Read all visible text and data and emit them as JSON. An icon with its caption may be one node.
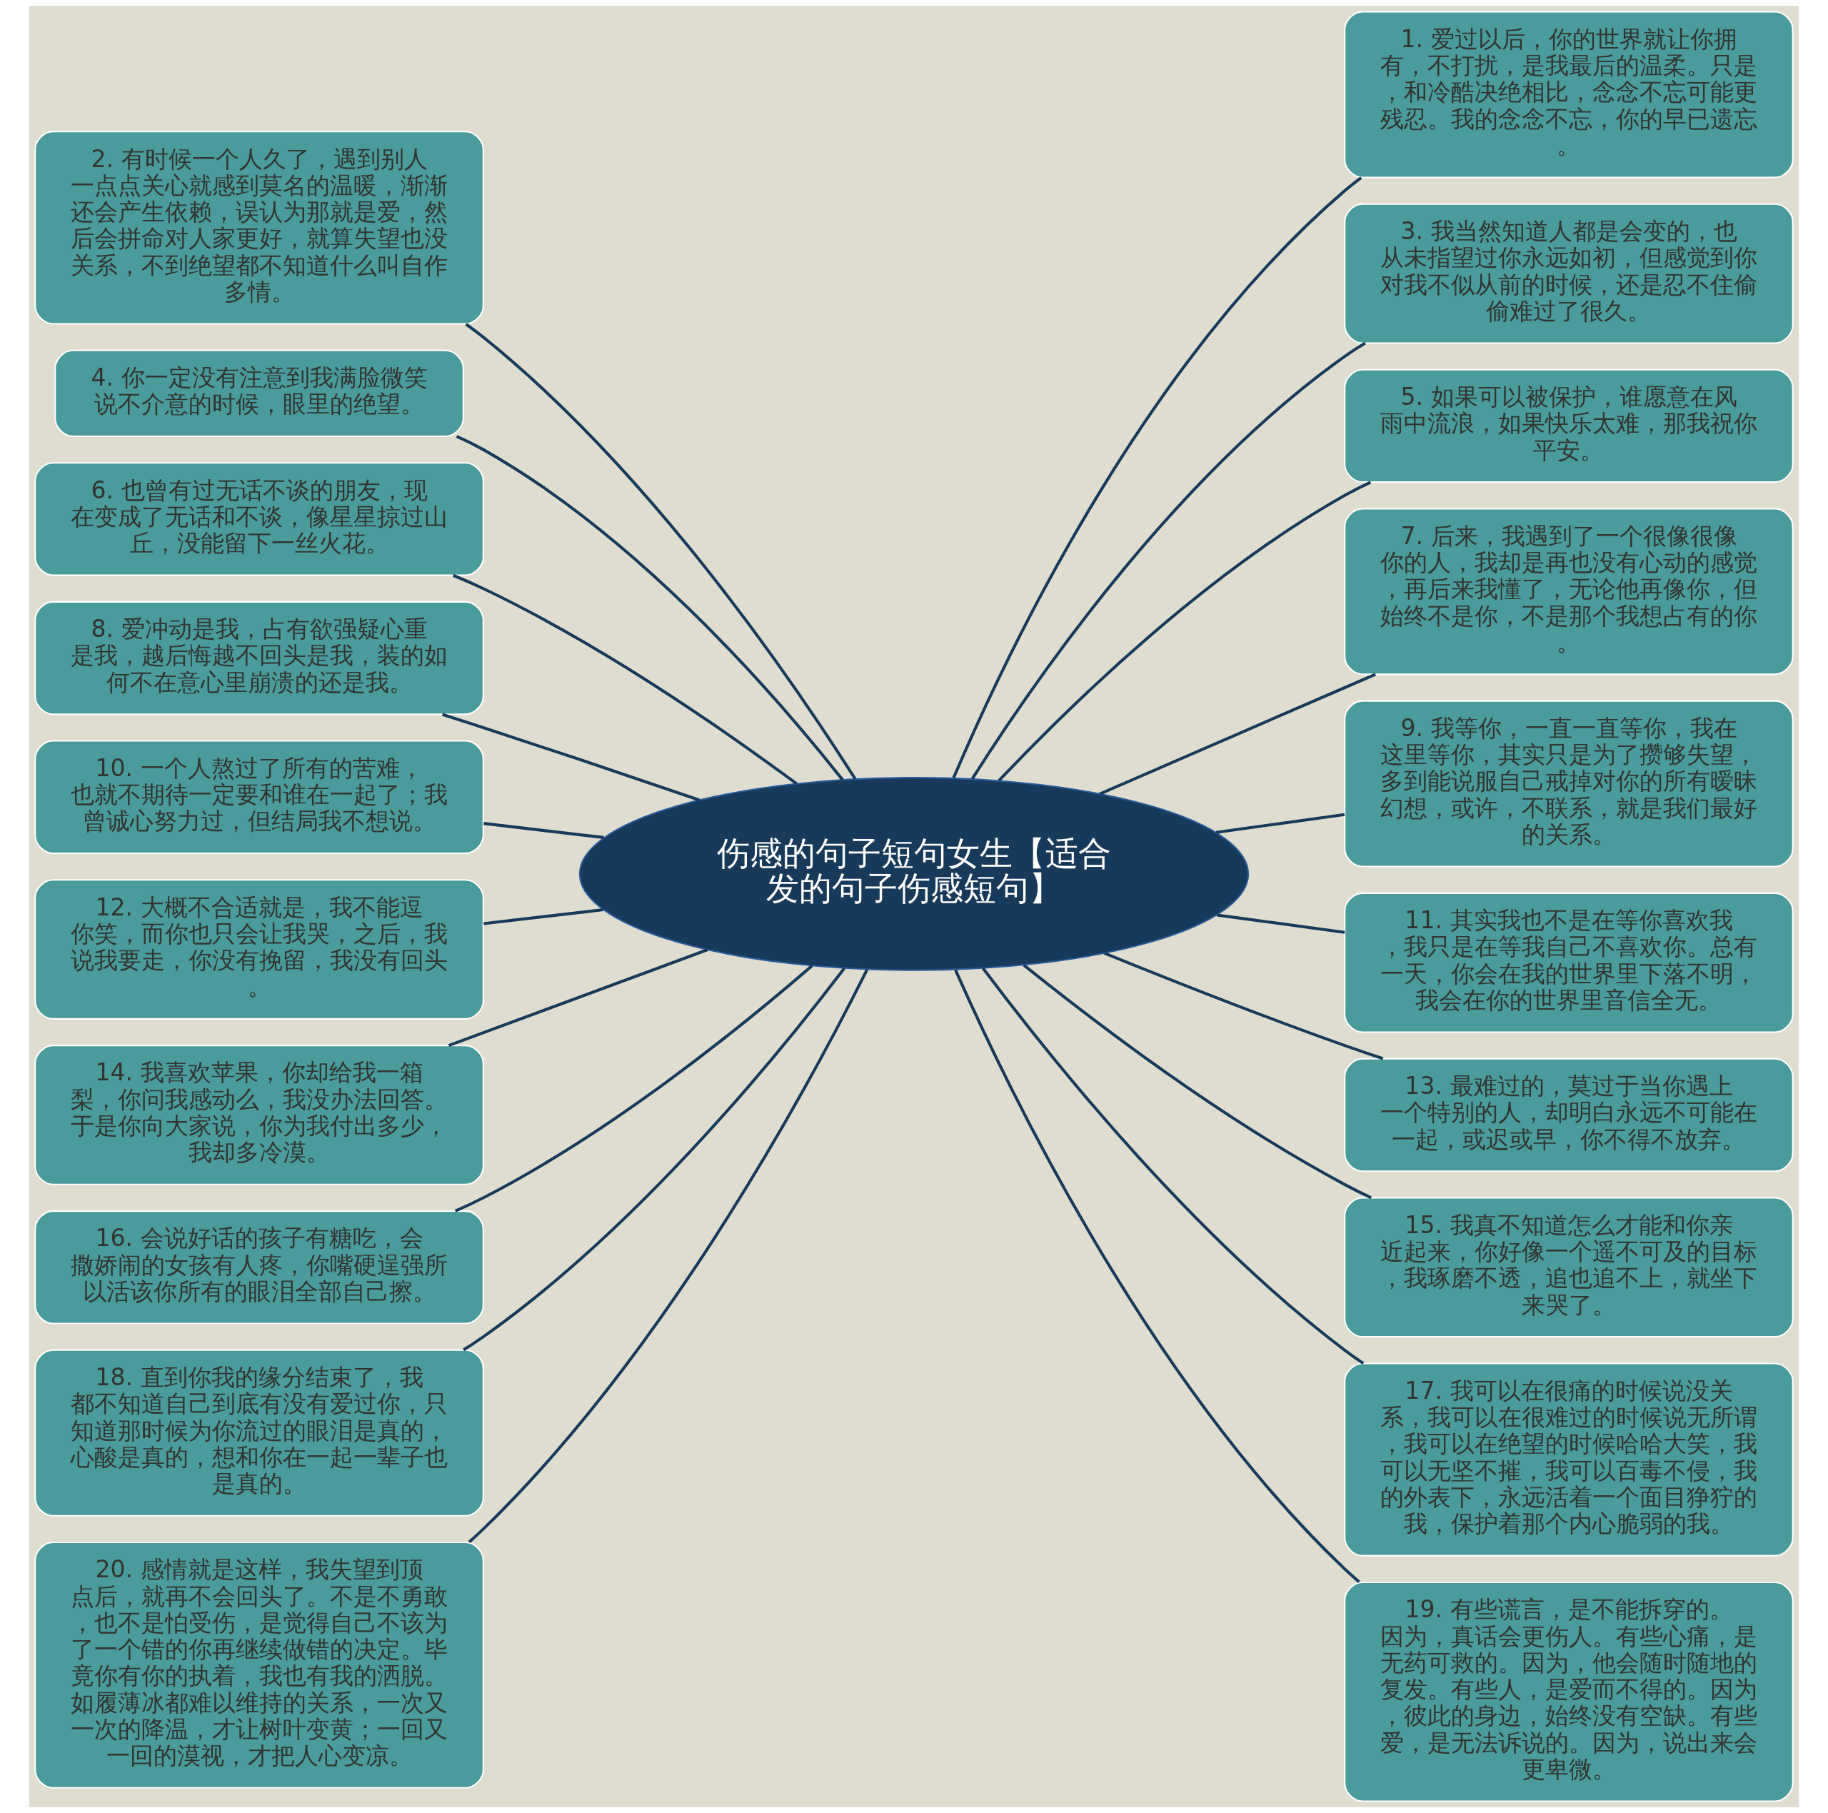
{
  "diagram": {
    "nodes": [
      {
        "text": [
          "伤感的句子短句女生【适合发的句子伤感短句】"
        ]
      },
      {
        "text": [
          "1. 爱过以后，你的世界就让你拥有，不打扰，是我最后的温柔。只是，和冷酷决绝相比，念念不忘可能更残忍。我的念念不忘，你的早已遗忘。"
        ]
      },
      {
        "text": [
          "2. 有时候一个人久了，遇到别人一点点关心就感到莫名的温暖，渐渐还会产生依赖，误认为那就是爱，然后会拼命对人家更好，就算失望也没关系，不到绝望都不知道什么叫自作多情。"
        ]
      },
      {
        "text": [
          "3. 我当然知道人都是会变的，也从未指望过你永远如初，但感觉到你对我不似从前的时候，还是忍不住偷偷难过了很久。"
        ]
      },
      {
        "text": [
          "4. 你一定没有注意到我满脸微笑说不介意的时候，眼里的绝望。"
        ]
      },
      {
        "text": [
          "5. 如果可以被保护，谁愿意在风雨中流浪，如果快乐太难，那我祝你平安。"
        ]
      },
      {
        "text": [
          "6. 也曾有过无话不谈的朋友，现在变成了无话和不谈，像星星掠过山丘，没能留下一丝火花。"
        ]
      },
      {
        "text": [
          "7. 后来，我遇到了一个很像很像你的人，我却是再也没有心动的感觉，再后来我懂了，无论他再像你，但始终不是你，不是那个我想占有的你。"
        ]
      },
      {
        "text": [
          "8. 爱冲动是我，占有欲强疑心重是我，越后悔越不回头是我，装的如何不在意心里崩溃的还是我。"
        ]
      },
      {
        "text": [
          "9. 我等你，一直一直等你，我在这里等你，其实只是为了攒够失望，多到能说服自己戒掉对你的所有暧昧幻想，或许，不联系，就是我们最好的关系。"
        ]
      },
      {
        "text": [
          "10. 一个人熬过了所有的苦难，也就不期待一定要和谁在一起了；我曾诚心努力过，但结局我不想说。"
        ]
      },
      {
        "text": [
          "11. 其实我也不是在等你喜欢我，我只是在等我自己不喜欢你。总有一天，你会在我的世界里下落不明，我会在你的世界里音信全无。"
        ]
      },
      {
        "text": [
          "12. 大概不合适就是，我不能逗你笑，而你也只会让我哭，之后，我说我要走，你没有挽留，我没有回头。"
        ]
      },
      {
        "text": [
          "13. 最难过的，莫过于当你遇上一个特别的人，却明白永远不可能在一起，或迟或早，你不得不放弃。"
        ]
      },
      {
        "text": [
          "14. 我喜欢苹果，你却给我一箱梨，你问我感动么，我没办法回答。于是你向大家说，你为我付出多少，我却多冷漠。"
        ]
      },
      {
        "text": [
          "15. 我真不知道怎么才能和你亲近起来，你好像一个遥不可及的目标，我琢磨不透，追也追不上，就坐下来哭了。"
        ]
      },
      {
        "text": [
          "16. 会说好话的孩子有糖吃，会撒娇闹的女孩有人疼，你嘴硬逞强所以活该你所有的眼泪全部自己擦。"
        ]
      },
      {
        "text": [
          "17. 我可以在很痛的时候说没关系，我可以在很难过的时候说无所谓，我可以在绝望的时候哈哈大笑，我可以无坚不摧，我可以百毒不侵，我的外表下，永远活着一个面目狰狞的我，保护着那个内心脆弱的我。"
        ]
      },
      {
        "text": [
          "18. 直到你我的缘分结束了，我都不知道自己到底有没有爱过你，只知道那时候为你流过的眼泪是真的，心酸是真的，想和你在一起一辈子也是真的。"
        ]
      },
      {
        "text": [
          "19. 有些谎言，是不能拆穿的。因为，真话会更伤人。有些心痛，是无药可救的。因为，他会随时随地的复发。有些人，是爱而不得的。因为，彼此的身边，始终没有空缺。有些爱，是无法诉说的。因为，说出来会更卑微。"
        ]
      },
      {
        "text": [
          "20. 感情就是这样，我失望到顶点后，就再不会回头了。不是不勇敢，也不是怕受伤，是觉得自己不该为了一个错的你再继续做错的决定。毕竟你有你的执着，我也有我的洒脱。如履薄冰都难以维持的关系，一次又一次的降温，才让树叶变黄；一回又一回的漠视，才把人心变凉。"
        ]
      }
    ],
    "edges": [
      {
        "from": 0,
        "to": 1,
        "arrow": "none"
      },
      {
        "from": 2,
        "to": 0,
        "arrow": "none"
      },
      {
        "from": 0,
        "to": 3,
        "arrow": "none"
      },
      {
        "from": 4,
        "to": 0,
        "arrow": "none"
      },
      {
        "from": 0,
        "to": 5,
        "arrow": "none"
      },
      {
        "from": 6,
        "to": 0,
        "arrow": "none"
      },
      {
        "from": 0,
        "to": 7,
        "arrow": "none"
      },
      {
        "from": 8,
        "to": 0,
        "arrow": "none"
      },
      {
        "from": 0,
        "to": 9,
        "arrow": "none"
      },
      {
        "from": 10,
        "to": 0,
        "arrow": "none"
      },
      {
        "from": 0,
        "to": 11,
        "arrow": "none"
      },
      {
        "from": 12,
        "to": 0,
        "arrow": "none"
      },
      {
        "from": 0,
        "to": 13,
        "arrow": "none"
      },
      {
        "from": 14,
        "to": 0,
        "arrow": "none"
      },
      {
        "from": 0,
        "to": 15,
        "arrow": "none"
      },
      {
        "from": 16,
        "to": 0,
        "arrow": "none"
      },
      {
        "from": 0,
        "to": 17,
        "arrow": "none"
      },
      {
        "from": 18,
        "to": 0,
        "arrow": "none"
      },
      {
        "from": 0,
        "to": 19,
        "arrow": "none"
      },
      {
        "from": 20,
        "to": 0,
        "arrow": "none"
      }
    ]
  }
}
